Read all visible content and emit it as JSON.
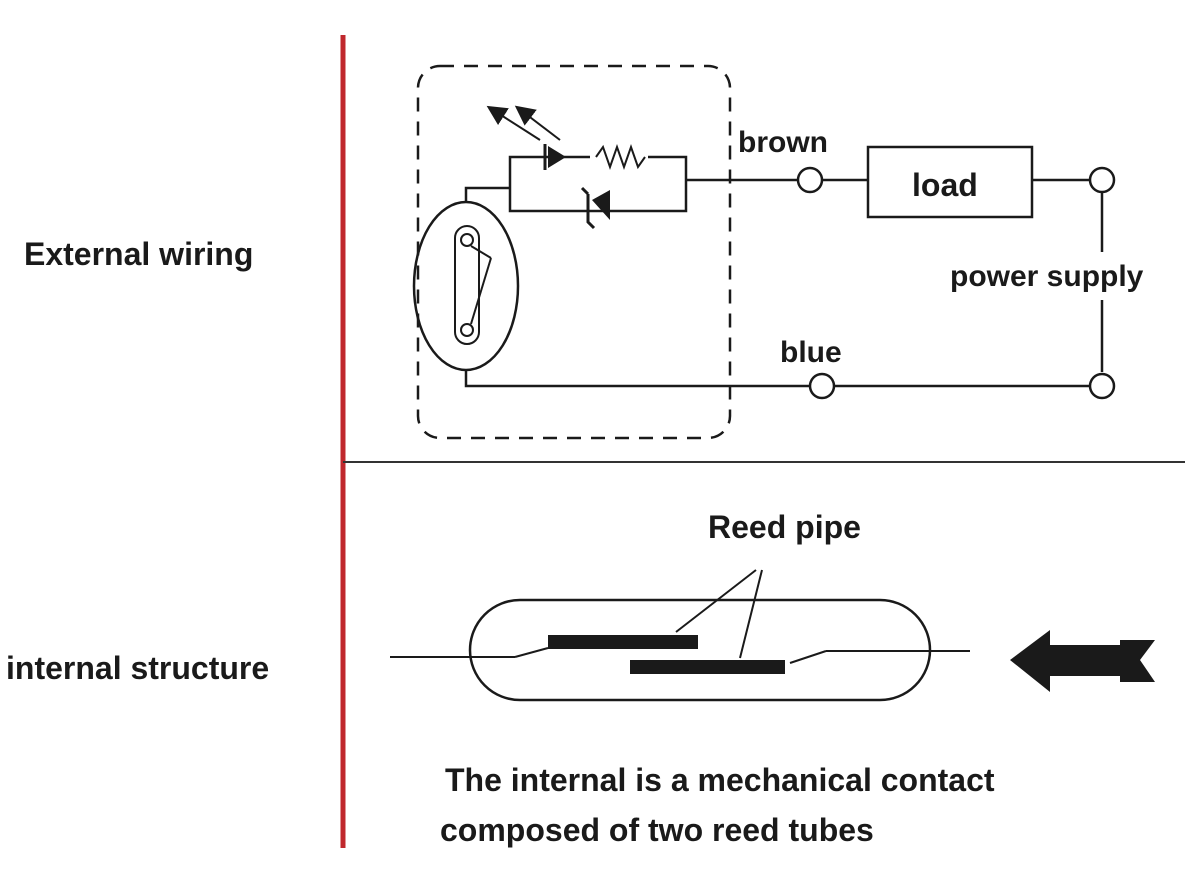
{
  "rows": {
    "external": {
      "label": "External wiring"
    },
    "internal": {
      "label": "internal structure"
    }
  },
  "circuit": {
    "wire_top_label": "brown",
    "wire_bottom_label": "blue",
    "load_label": "load",
    "supply_label": "power supply"
  },
  "reed": {
    "callout_label": "Reed pipe"
  },
  "caption": {
    "line1": "The internal is a mechanical contact",
    "line2": "composed of two reed tubes"
  },
  "colors": {
    "divider_vertical": "#c0282d",
    "divider_horizontal": "#333333",
    "ink": "#1a1a1a"
  }
}
